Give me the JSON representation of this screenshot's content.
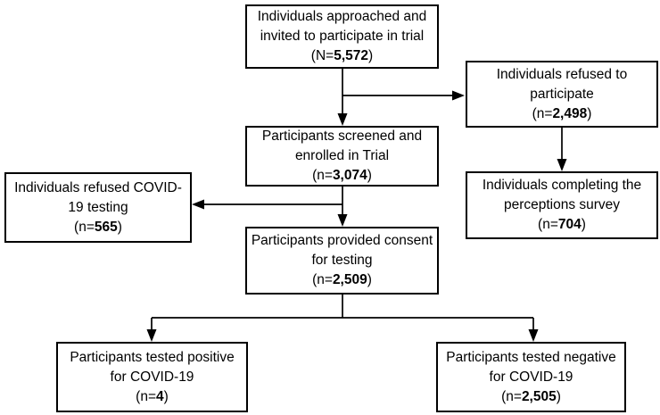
{
  "diagram": {
    "title": "COVID-19 trial participant flow diagram",
    "type": "flowchart",
    "background_color": "#ffffff",
    "line_color": "#000000",
    "box_border_color": "#000000"
  },
  "nodes": {
    "approached": {
      "line1": "Individuals approached and",
      "line2": "invited to participate in trial",
      "count_prefix": "(N=",
      "count_value": "5,572",
      "count_suffix": ")"
    },
    "refused_participate": {
      "line1": "Individuals refused to",
      "line2": "participate",
      "count_prefix": "(n=",
      "count_value": "2,498",
      "count_suffix": ")"
    },
    "screened_enrolled": {
      "line1": "Participants screened and",
      "line2": "enrolled in Trial",
      "count_prefix": "(n=",
      "count_value": "3,074",
      "count_suffix": ")"
    },
    "perceptions_survey": {
      "line1": "Individuals completing the",
      "line2": "perceptions survey",
      "count_prefix": "(n=",
      "count_value": "704",
      "count_suffix": ")"
    },
    "refused_testing": {
      "line1": "Individuals refused COVID-",
      "line2": "19 testing",
      "count_prefix": "(n=",
      "count_value": "565",
      "count_suffix": ")"
    },
    "provided_consent": {
      "line1": "Participants provided consent",
      "line2": "for testing",
      "count_prefix": "(n=",
      "count_value": "2,509",
      "count_suffix": ")"
    },
    "tested_positive": {
      "line1": "Participants tested positive",
      "line2": "for COVID-19",
      "count_prefix": "(n=",
      "count_value": "4",
      "count_suffix": ")"
    },
    "tested_negative": {
      "line1": "Participants tested negative",
      "line2": "for COVID-19",
      "count_prefix": "(n=",
      "count_value": "2,505",
      "count_suffix": ")"
    }
  },
  "edges": [
    {
      "name": "approached-to-refused-participate",
      "from": "approached",
      "to": "refused_participate"
    },
    {
      "name": "approached-to-screened",
      "from": "approached",
      "to": "screened_enrolled"
    },
    {
      "name": "refused-participate-to-perceptions-survey",
      "from": "refused_participate",
      "to": "perceptions_survey"
    },
    {
      "name": "screened-to-refused-testing",
      "from": "screened_enrolled",
      "to": "refused_testing"
    },
    {
      "name": "screened-to-consent",
      "from": "screened_enrolled",
      "to": "provided_consent"
    },
    {
      "name": "consent-to-tested-positive",
      "from": "provided_consent",
      "to": "tested_positive"
    },
    {
      "name": "consent-to-tested-negative",
      "from": "provided_consent",
      "to": "tested_negative"
    }
  ]
}
